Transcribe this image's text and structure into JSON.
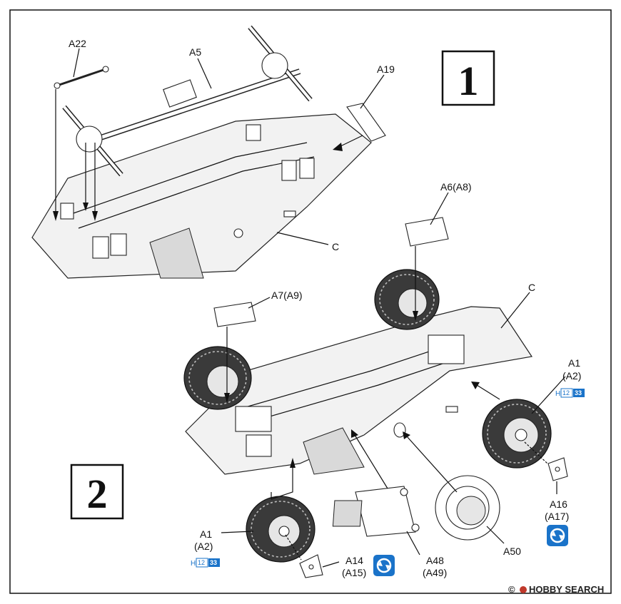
{
  "steps": {
    "step1": "1",
    "step2": "2"
  },
  "labels": {
    "a22": "A22",
    "a5": "A5",
    "a19": "A19",
    "c_top": "C",
    "a6": "A6(A8)",
    "a7": "A7(A9)",
    "c_bottom": "C",
    "a1_right": "A1",
    "a2_right": "(A2)",
    "a16": "A16",
    "a17": "(A17)",
    "a50": "A50",
    "a48": "A48",
    "a49": "(A49)",
    "a14": "A14",
    "a15": "(A15)",
    "a1_left": "A1",
    "a2_left": "(A2)"
  },
  "paint_codes": {
    "right": {
      "prefix": "H",
      "n1": "12",
      "n2": "33"
    },
    "left": {
      "prefix": "H",
      "n1": "12",
      "n2": "33"
    }
  },
  "colors": {
    "paint_blue": "#1a73c9",
    "ink": "#111111",
    "watermark_red": "#c0392b"
  },
  "watermark": {
    "text": "HOBBY SEARCH",
    "copyright": "©"
  }
}
